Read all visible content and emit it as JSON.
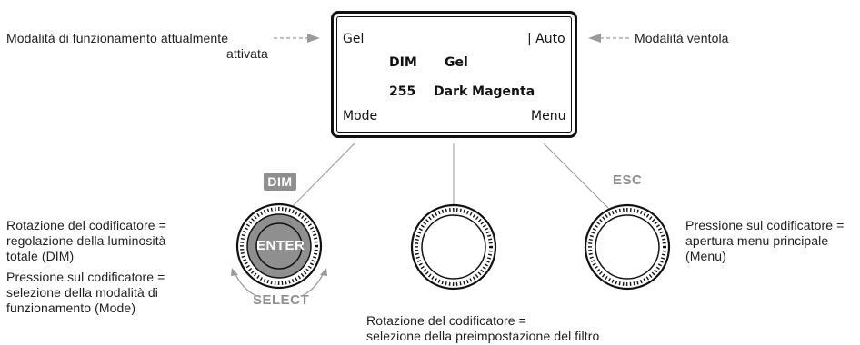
{
  "annotations": {
    "mode_line1": "Modalità di funzionamento attualmente",
    "mode_line2": "attivata",
    "fan": "Modalità ventola",
    "left_rot_1": "Rotazione del codificatore =",
    "left_rot_2": "regolazione della luminosità",
    "left_rot_3": "totale (DIM)",
    "left_press_1": "Pressione sul codificatore =",
    "left_press_2": "selezione della modalità di",
    "left_press_3": "funzionamento (Mode)",
    "mid_rot_1": "Rotazione del codificatore =",
    "mid_rot_2": "selezione della preimpostazione del filtro",
    "right_press_1": "Pressione sul codificatore =",
    "right_press_2": "apertura menu principale",
    "right_press_3": "(Menu)"
  },
  "display": {
    "top_left": "Gel",
    "top_right": "| Auto",
    "row1_param": "DIM",
    "row1_value": "Gel",
    "row2_param": "255",
    "row2_value": "Dark Magenta",
    "bottom_left": "Mode",
    "bottom_right": "Menu"
  },
  "knobs": {
    "left_top_label": "DIM",
    "left_center_label": "ENTER",
    "left_bottom_label": "SELECT",
    "right_top_label": "ESC"
  },
  "colors": {
    "label_gray": "#8f8f8f",
    "arrow_gray": "#9a9a9a",
    "outline": "#111111"
  }
}
